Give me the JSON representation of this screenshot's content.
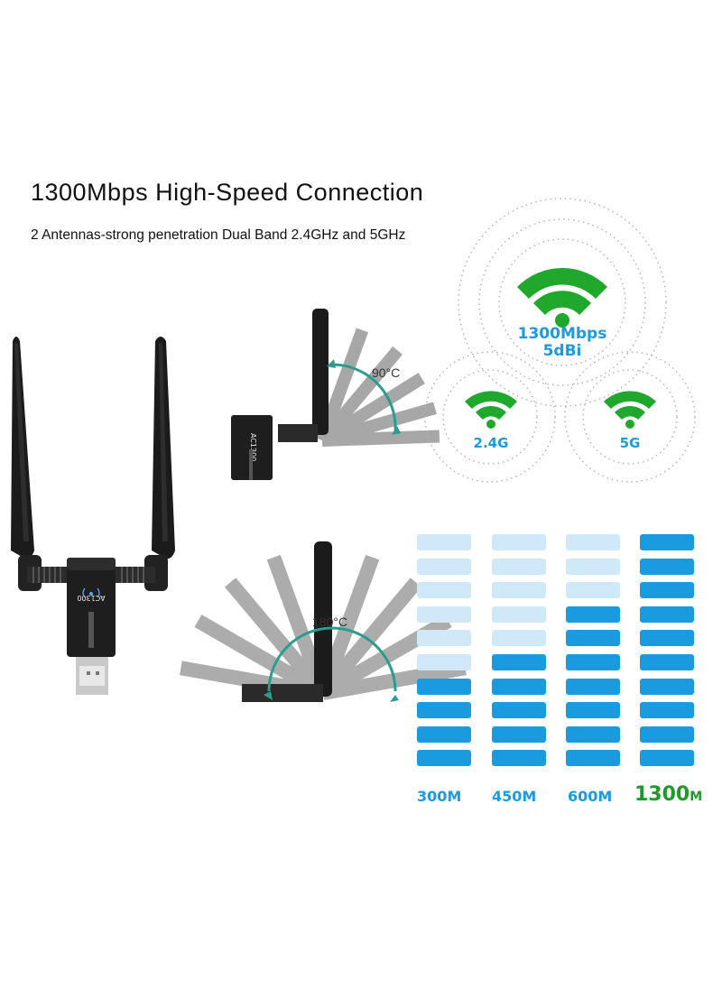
{
  "heading": {
    "title": "1300Mbps High-Speed Connection",
    "subtitle": "2 Antennas-strong penetration Dual Band 2.4GHz and 5GHz"
  },
  "device": {
    "model_text": "AC1300"
  },
  "rotation": {
    "top_angle": "90°C",
    "bottom_angle": "180°C"
  },
  "signal": {
    "main_speed": "1300Mbps",
    "main_gain": "5dBi",
    "band_left": "2.4G",
    "band_right": "5G",
    "icon_color": "#1fa82b",
    "text_color": "#1a9be0"
  },
  "speed_chart": {
    "active_color": "#1a9be0",
    "inactive_color": "#cfe9f8",
    "highlight_label_color": "#1f9a2a",
    "columns": [
      {
        "label": "300M",
        "active_segments": 4,
        "total_segments": 10
      },
      {
        "label": "450M",
        "active_segments": 5,
        "total_segments": 10
      },
      {
        "label": "600M",
        "active_segments": 7,
        "total_segments": 10
      },
      {
        "label_num": "1300",
        "label_unit": "M",
        "active_segments": 10,
        "total_segments": 10
      }
    ]
  }
}
